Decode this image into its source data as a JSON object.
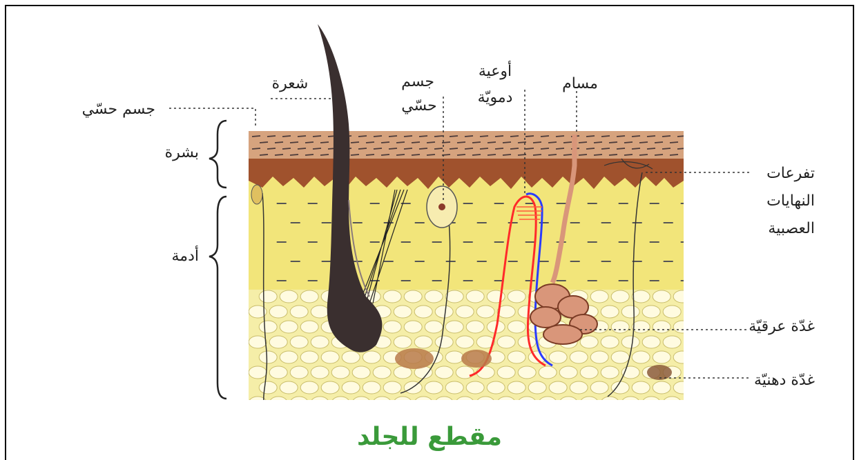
{
  "title": "مقطع للجلد",
  "labels": {
    "sensory_body_left": "جسم حسّي",
    "hair": "شعرة",
    "sensory_body_1": "جسم",
    "sensory_body_2": "حسّي",
    "blood_vessels_1": "أوعية",
    "blood_vessels_2": "دمويّة",
    "pore": "مسام",
    "epidermis": "بشرة",
    "dermis": "أدمة",
    "nerve_endings_1": "تفرعات",
    "nerve_endings_2": "النهايات",
    "nerve_endings_3": "العصبية",
    "sweat_gland": "غدّة عرقيّة",
    "sebaceous_gland": "غدّة دهنيّة"
  },
  "colors": {
    "title": "#3a9a3a",
    "epidermis_top": "#d6a37e",
    "epidermis_base": "#a0522d",
    "dermis": "#f2e57a",
    "fat": "#f5eea8",
    "hair": "#3a2f2f",
    "artery": "#ff2a2a",
    "vein": "#2a3cff",
    "gland": "#d9967a"
  }
}
